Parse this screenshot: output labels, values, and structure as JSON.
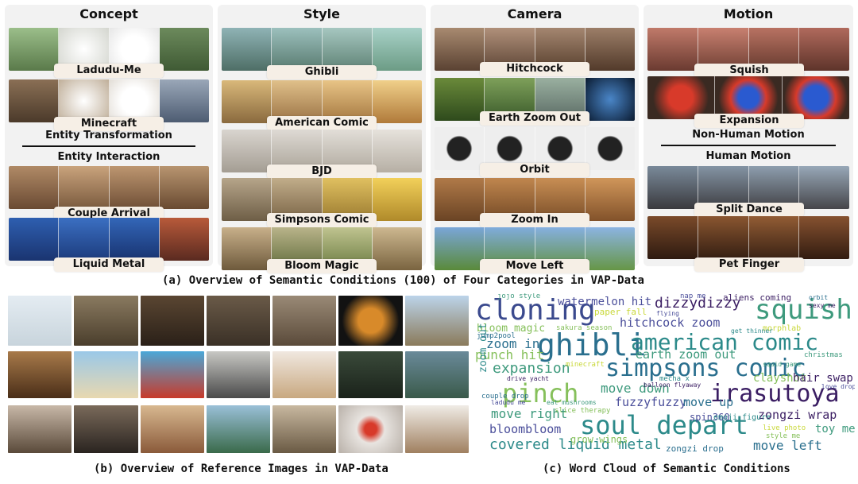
{
  "panels": {
    "concept": {
      "title": "Concept",
      "labels": [
        "Ladudu-Me",
        "Minecraft",
        "Couple Arrival",
        "Liquid Metal"
      ],
      "section_1": "Entity Transformation",
      "section_2": "Entity Interaction"
    },
    "style": {
      "title": "Style",
      "labels": [
        "Ghibli",
        "American Comic",
        "BJD",
        "Simpsons Comic",
        "Bloom Magic"
      ]
    },
    "camera": {
      "title": "Camera",
      "labels": [
        "Hitchcock",
        "Earth Zoom Out",
        "Orbit",
        "Zoom In",
        "Move Left"
      ]
    },
    "motion": {
      "title": "Motion",
      "labels": [
        "Squish",
        "Expansion",
        "Split Dance",
        "Pet Finger"
      ],
      "section_1": "Non-Human Motion",
      "section_2": "Human Motion"
    }
  },
  "captions": {
    "a": "(a) Overview of Semantic Conditions (100) of Four Categories in VAP-Data",
    "b": "(b) Overview of Reference Images in VAP-Data",
    "c": "(c) Word Cloud of Semantic Conditions"
  },
  "word_cloud": {
    "words": [
      "cloning",
      "squish",
      "ghibli",
      "american comic",
      "simpsons comic",
      "pinch",
      "irasutoya",
      "soul depart",
      "expansion",
      "dizzydizzy",
      "hitchcock zoom",
      "watermelon hit",
      "zoom in",
      "earth zoom out",
      "punch hit",
      "move down",
      "fuzzyfuzzy",
      "move up",
      "move right",
      "bloombloom",
      "covered liquid metal",
      "move left",
      "zongzi wrap",
      "toy me",
      "clayshot",
      "hair swap",
      "bloom magic",
      "paper fall",
      "aliens coming",
      "grow wings",
      "spin360",
      "zongzi drop",
      "zoom out",
      "jojo style",
      "morphlab",
      "nap me",
      "jump2pool",
      "sakura season",
      "minecraft",
      "emoji figure",
      "christmas",
      "couple drop",
      "drive yacht",
      "ladudu me",
      "slice therapy",
      "eat mushrooms",
      "mecha x",
      "live photo",
      "style me",
      "flying",
      "balloon flyaway",
      "orbit",
      "sexy me",
      "squid game",
      "love drop",
      "get thinner"
    ],
    "colors": [
      "#3b1e63",
      "#2a6f8e",
      "#3e9a7d",
      "#86c05b",
      "#4a4e9a",
      "#c9d83a",
      "#2c8a8a"
    ]
  }
}
